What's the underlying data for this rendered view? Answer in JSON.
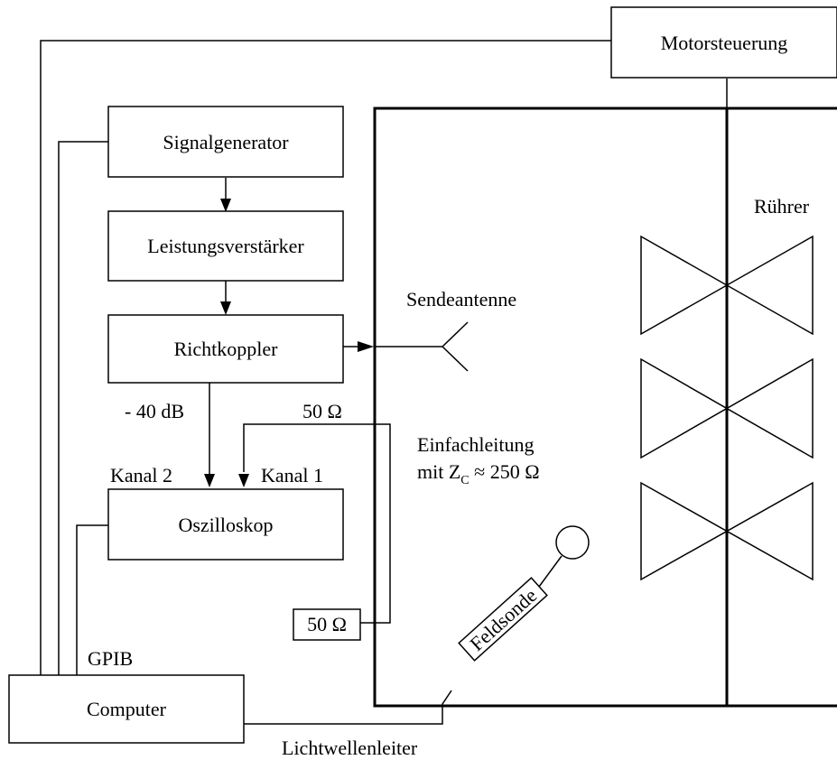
{
  "blocks": {
    "motor": "Motorsteuerung",
    "signal": "Signalgenerator",
    "amplifier": "Leistungsverstärker",
    "coupler": "Richtkoppler",
    "scope": "Oszilloskop",
    "computer": "Computer",
    "termination": "50 Ω",
    "probe": "Feldsonde"
  },
  "labels": {
    "stirrer": "Rührer",
    "antenna": "Sendeantenne",
    "attenuation": "- 40 dB",
    "impedance_top": "50 Ω",
    "line_line1": "Einfachleitung",
    "line_line2_prefix": "mit Z",
    "line_line2_sub": "C",
    "line_line2_suffix": " ≈ 250 Ω",
    "channel2": "Kanal 2",
    "channel1": "Kanal 1",
    "gpib": "GPIB",
    "fiber": "Lichtwellenleiter"
  }
}
